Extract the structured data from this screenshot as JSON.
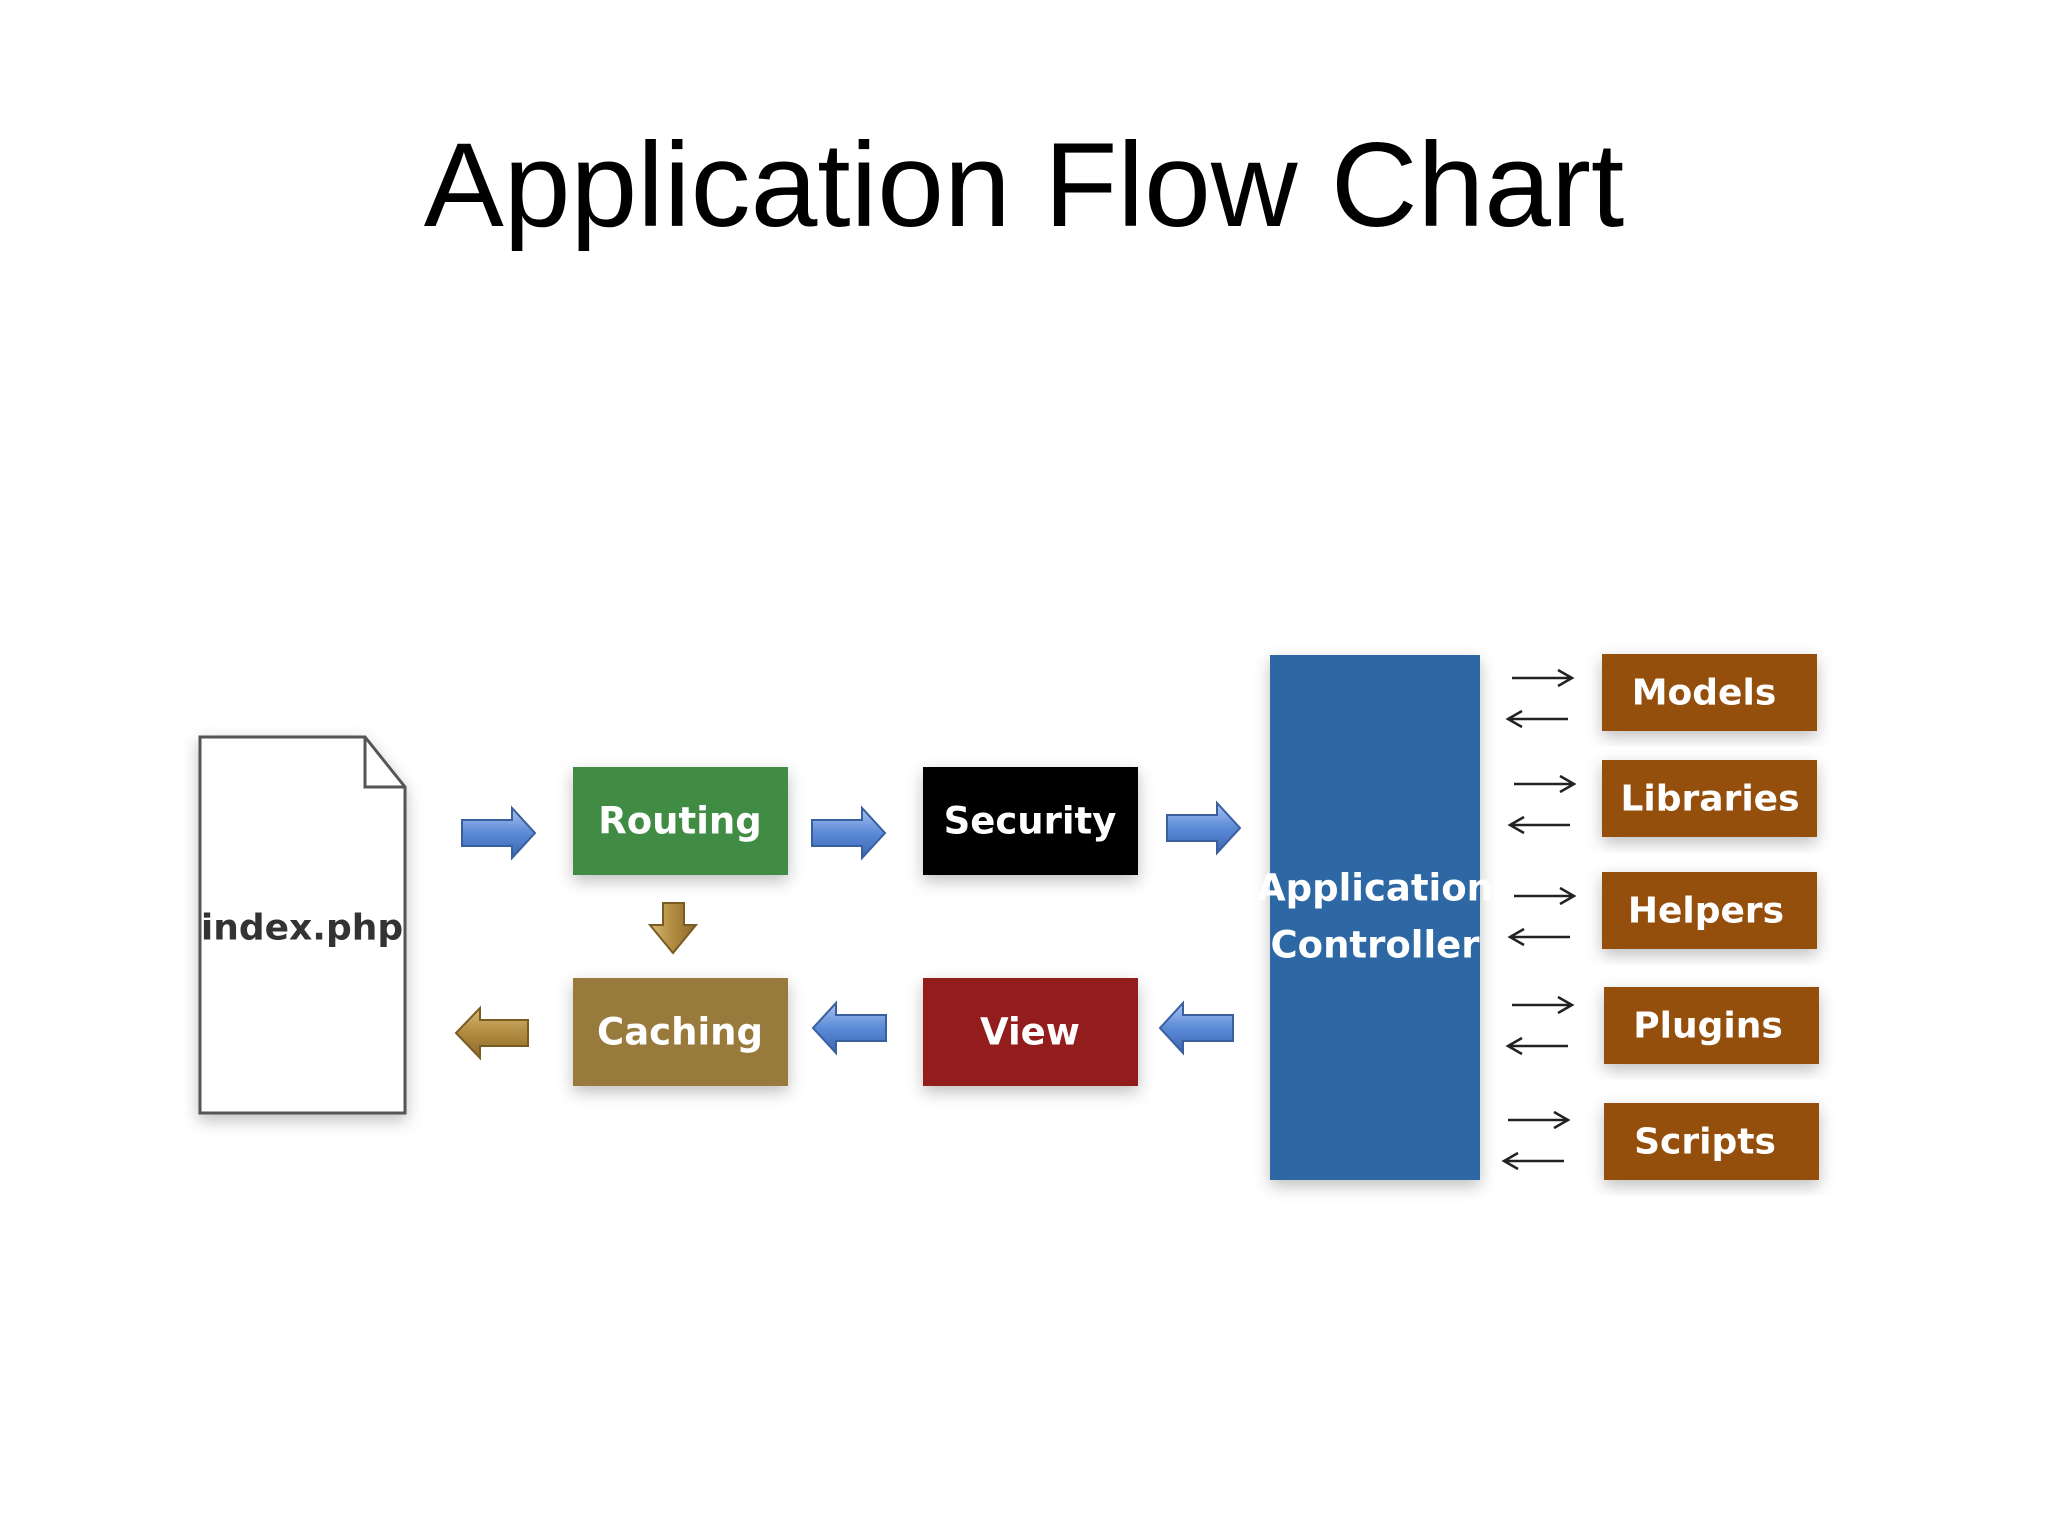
{
  "title": "Application Flow Chart",
  "nodes": {
    "index": {
      "label": "index.php"
    },
    "routing": {
      "label": "Routing"
    },
    "security": {
      "label": "Security"
    },
    "caching": {
      "label": "Caching"
    },
    "view": {
      "label": "View"
    },
    "controller": {
      "line1": "Application",
      "line2": "Controller"
    },
    "models": {
      "label": "Models"
    },
    "libraries": {
      "label": "Libraries"
    },
    "helpers": {
      "label": "Helpers"
    },
    "plugins": {
      "label": "Plugins"
    },
    "scripts": {
      "label": "Scripts"
    }
  },
  "colors": {
    "routing": "#3f8c45",
    "security": "#000000",
    "caching": "#997a3e",
    "view": "#931b1b",
    "controller": "#2e68a4",
    "resource": "#954f09",
    "blue_arrow": "#5b8ad6",
    "gold_arrow": "#b08b40"
  }
}
